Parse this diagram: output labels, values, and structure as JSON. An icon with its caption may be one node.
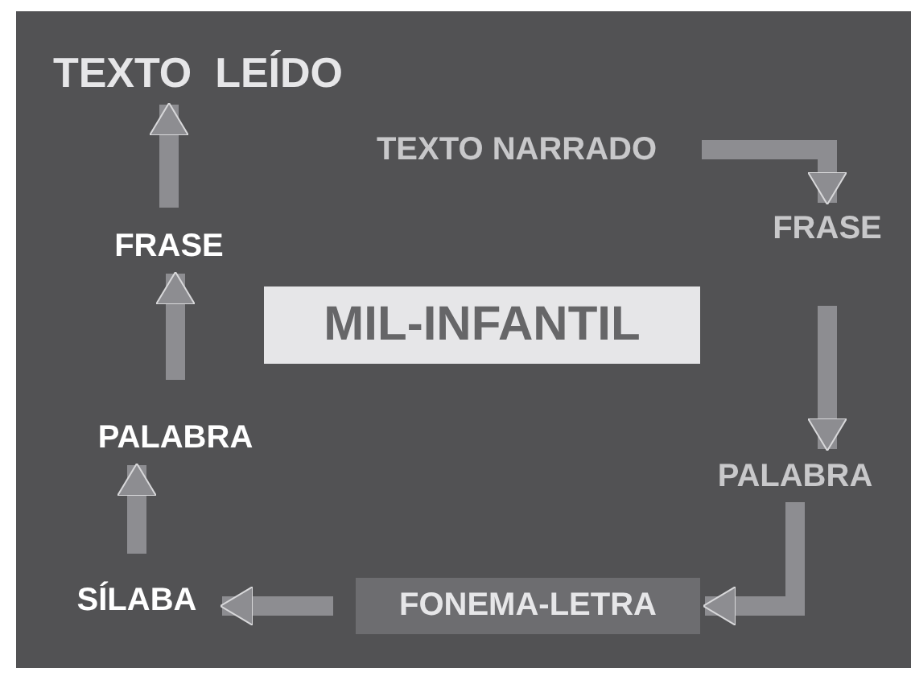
{
  "diagram": {
    "nodes": [
      {
        "text": [
          "TEXTO  LEÍDO"
        ]
      },
      {
        "text": [
          "TEXTO NARRADO"
        ]
      },
      {
        "text": [
          "FRASE"
        ]
      },
      {
        "text": [
          "PALABRA"
        ]
      },
      {
        "text": [
          "FONEMA-LETRA"
        ]
      },
      {
        "text": [
          "SÍLABA"
        ]
      },
      {
        "text": [
          "PALABRA"
        ]
      },
      {
        "text": [
          "FRASE"
        ]
      },
      {
        "text": [
          "MIL-INFANTIL"
        ]
      }
    ],
    "edges": [
      {
        "from": 1,
        "to": 2,
        "arrow": "to"
      },
      {
        "from": 2,
        "to": 3,
        "arrow": "to"
      },
      {
        "from": 3,
        "to": 4,
        "arrow": "to"
      },
      {
        "from": 4,
        "to": 5,
        "arrow": "to"
      },
      {
        "from": 5,
        "to": 6,
        "arrow": "to"
      },
      {
        "from": 6,
        "to": 7,
        "arrow": "to"
      },
      {
        "from": 7,
        "to": 0,
        "arrow": "to"
      }
    ]
  }
}
